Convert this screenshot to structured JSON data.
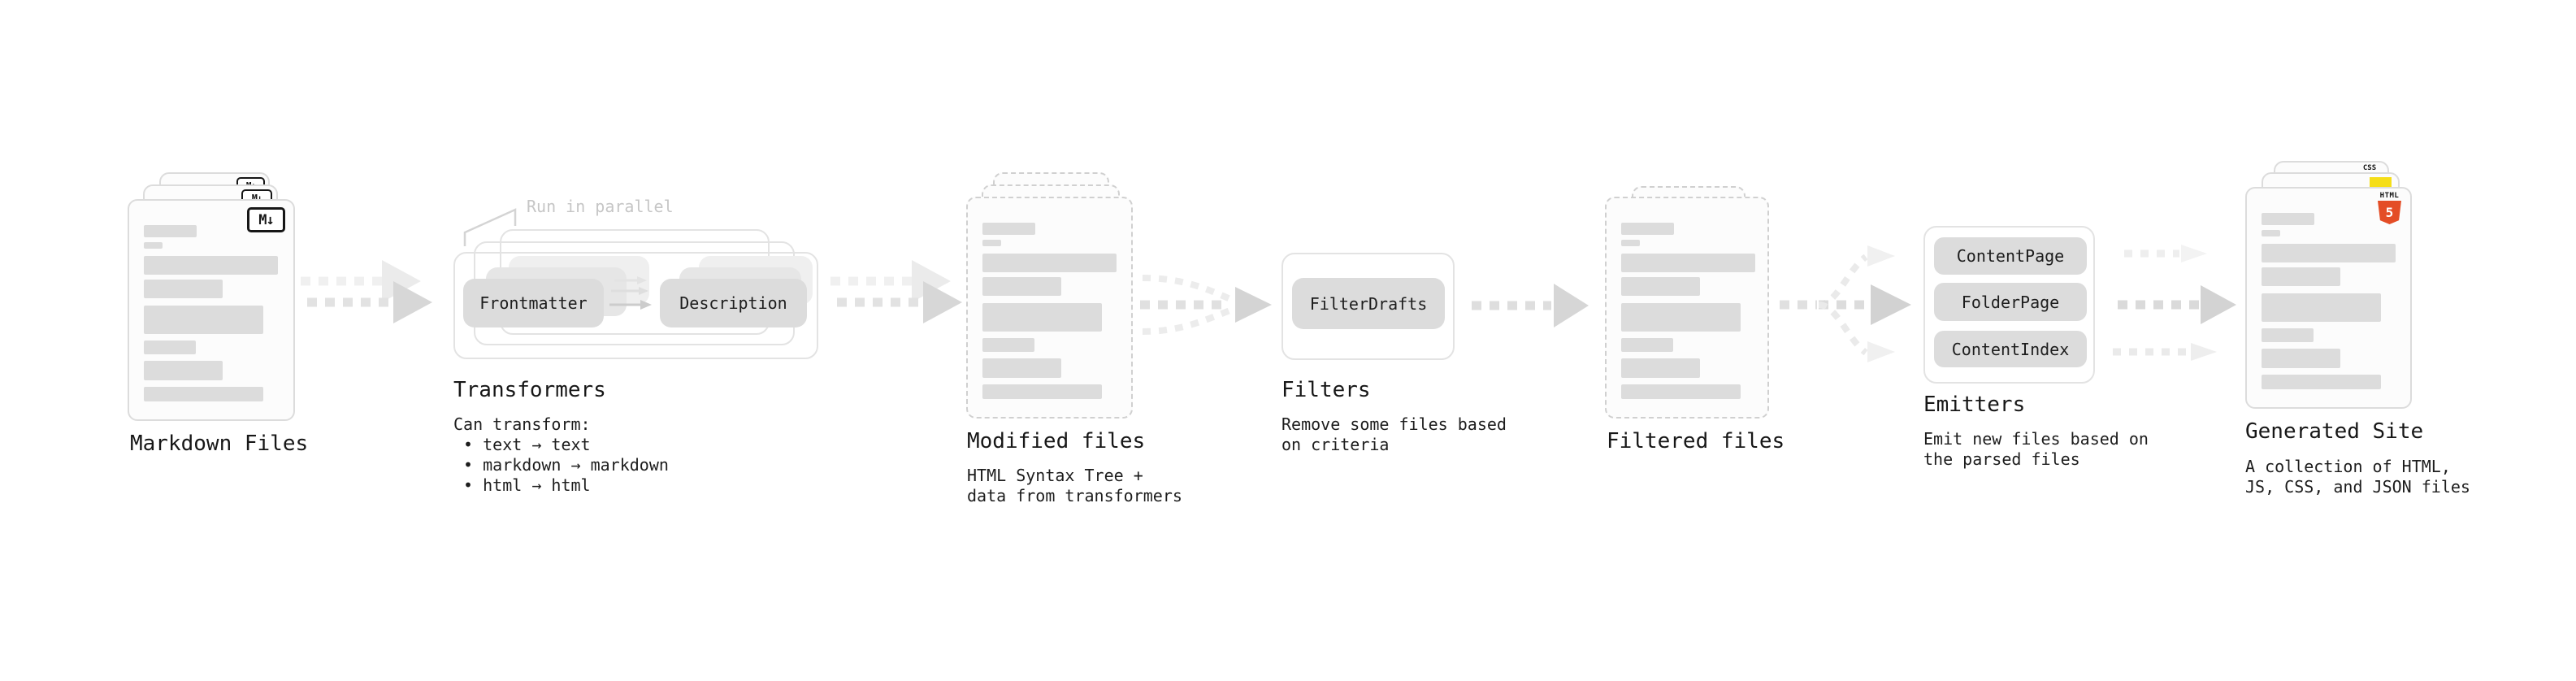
{
  "stages": {
    "markdown_files": {
      "title": "Markdown Files",
      "badge": "M↓"
    },
    "transformers": {
      "title": "Transformers",
      "annotation": "Run in parallel",
      "nodes": {
        "frontmatter": "Frontmatter",
        "description": "Description"
      },
      "description_lines": [
        "Can transform:",
        " • text → text",
        " • markdown → markdown",
        " • html → html"
      ]
    },
    "modified_files": {
      "title": "Modified files",
      "description_lines": [
        "HTML Syntax Tree +",
        "data from transformers"
      ]
    },
    "filters": {
      "title": "Filters",
      "nodes": {
        "filter_drafts": "FilterDrafts"
      },
      "description_lines": [
        "Remove some files based",
        "on criteria"
      ]
    },
    "filtered_files": {
      "title": "Filtered files"
    },
    "emitters": {
      "title": "Emitters",
      "nodes": {
        "content_page": "ContentPage",
        "folder_page": "FolderPage",
        "content_index": "ContentIndex"
      },
      "description_lines": [
        "Emit new files based on",
        "the parsed files"
      ]
    },
    "generated_site": {
      "title": "Generated Site",
      "badges": {
        "css": "CSS",
        "html5_word": "HTML",
        "html5_number": "5"
      },
      "description_lines": [
        "A collection of HTML,",
        "JS, CSS, and JSON files"
      ]
    }
  },
  "colors": {
    "html5_orange": "#e44d26",
    "js_yellow": "#f5de19",
    "css_blue": "#2b63e8",
    "placeholder_gray": "#dcdcdc",
    "annotation_gray": "#c6c6c6",
    "text_dark": "#171717"
  }
}
